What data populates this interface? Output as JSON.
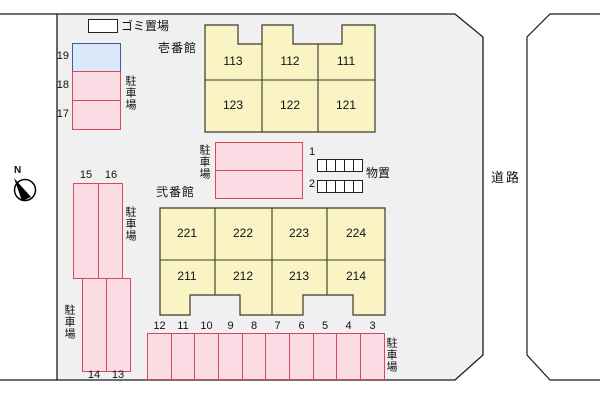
{
  "compass": {
    "north": "N"
  },
  "garbage": {
    "label": "ゴミ置場"
  },
  "road": {
    "label": "道路"
  },
  "storage_shed": {
    "label": "物置"
  },
  "parking_label": "駐車場",
  "building1": {
    "name": "壱番館",
    "rooms": [
      "113",
      "112",
      "111",
      "123",
      "122",
      "121"
    ]
  },
  "building2": {
    "name": "弐番館",
    "rooms": [
      "221",
      "222",
      "223",
      "224",
      "211",
      "212",
      "213",
      "214"
    ]
  },
  "spaces": {
    "left": [
      "19",
      "18",
      "17"
    ],
    "center": [
      "1",
      "2"
    ],
    "mid_top": [
      "15",
      "16"
    ],
    "mid_bottom": [
      "14",
      "13"
    ],
    "bottom": [
      "12",
      "11",
      "10",
      "9",
      "8",
      "7",
      "6",
      "5",
      "4",
      "3"
    ]
  },
  "colors": {
    "site_fill": "#F0F0F0",
    "building_fill": "#FAF3C4",
    "parking_fill": "#FBDCE4",
    "parking_border": "#D6495B",
    "reserved_space_fill": "#D9E9FA",
    "reserved_space_border": "#4A52B0",
    "outline": "#1A1A1A"
  }
}
